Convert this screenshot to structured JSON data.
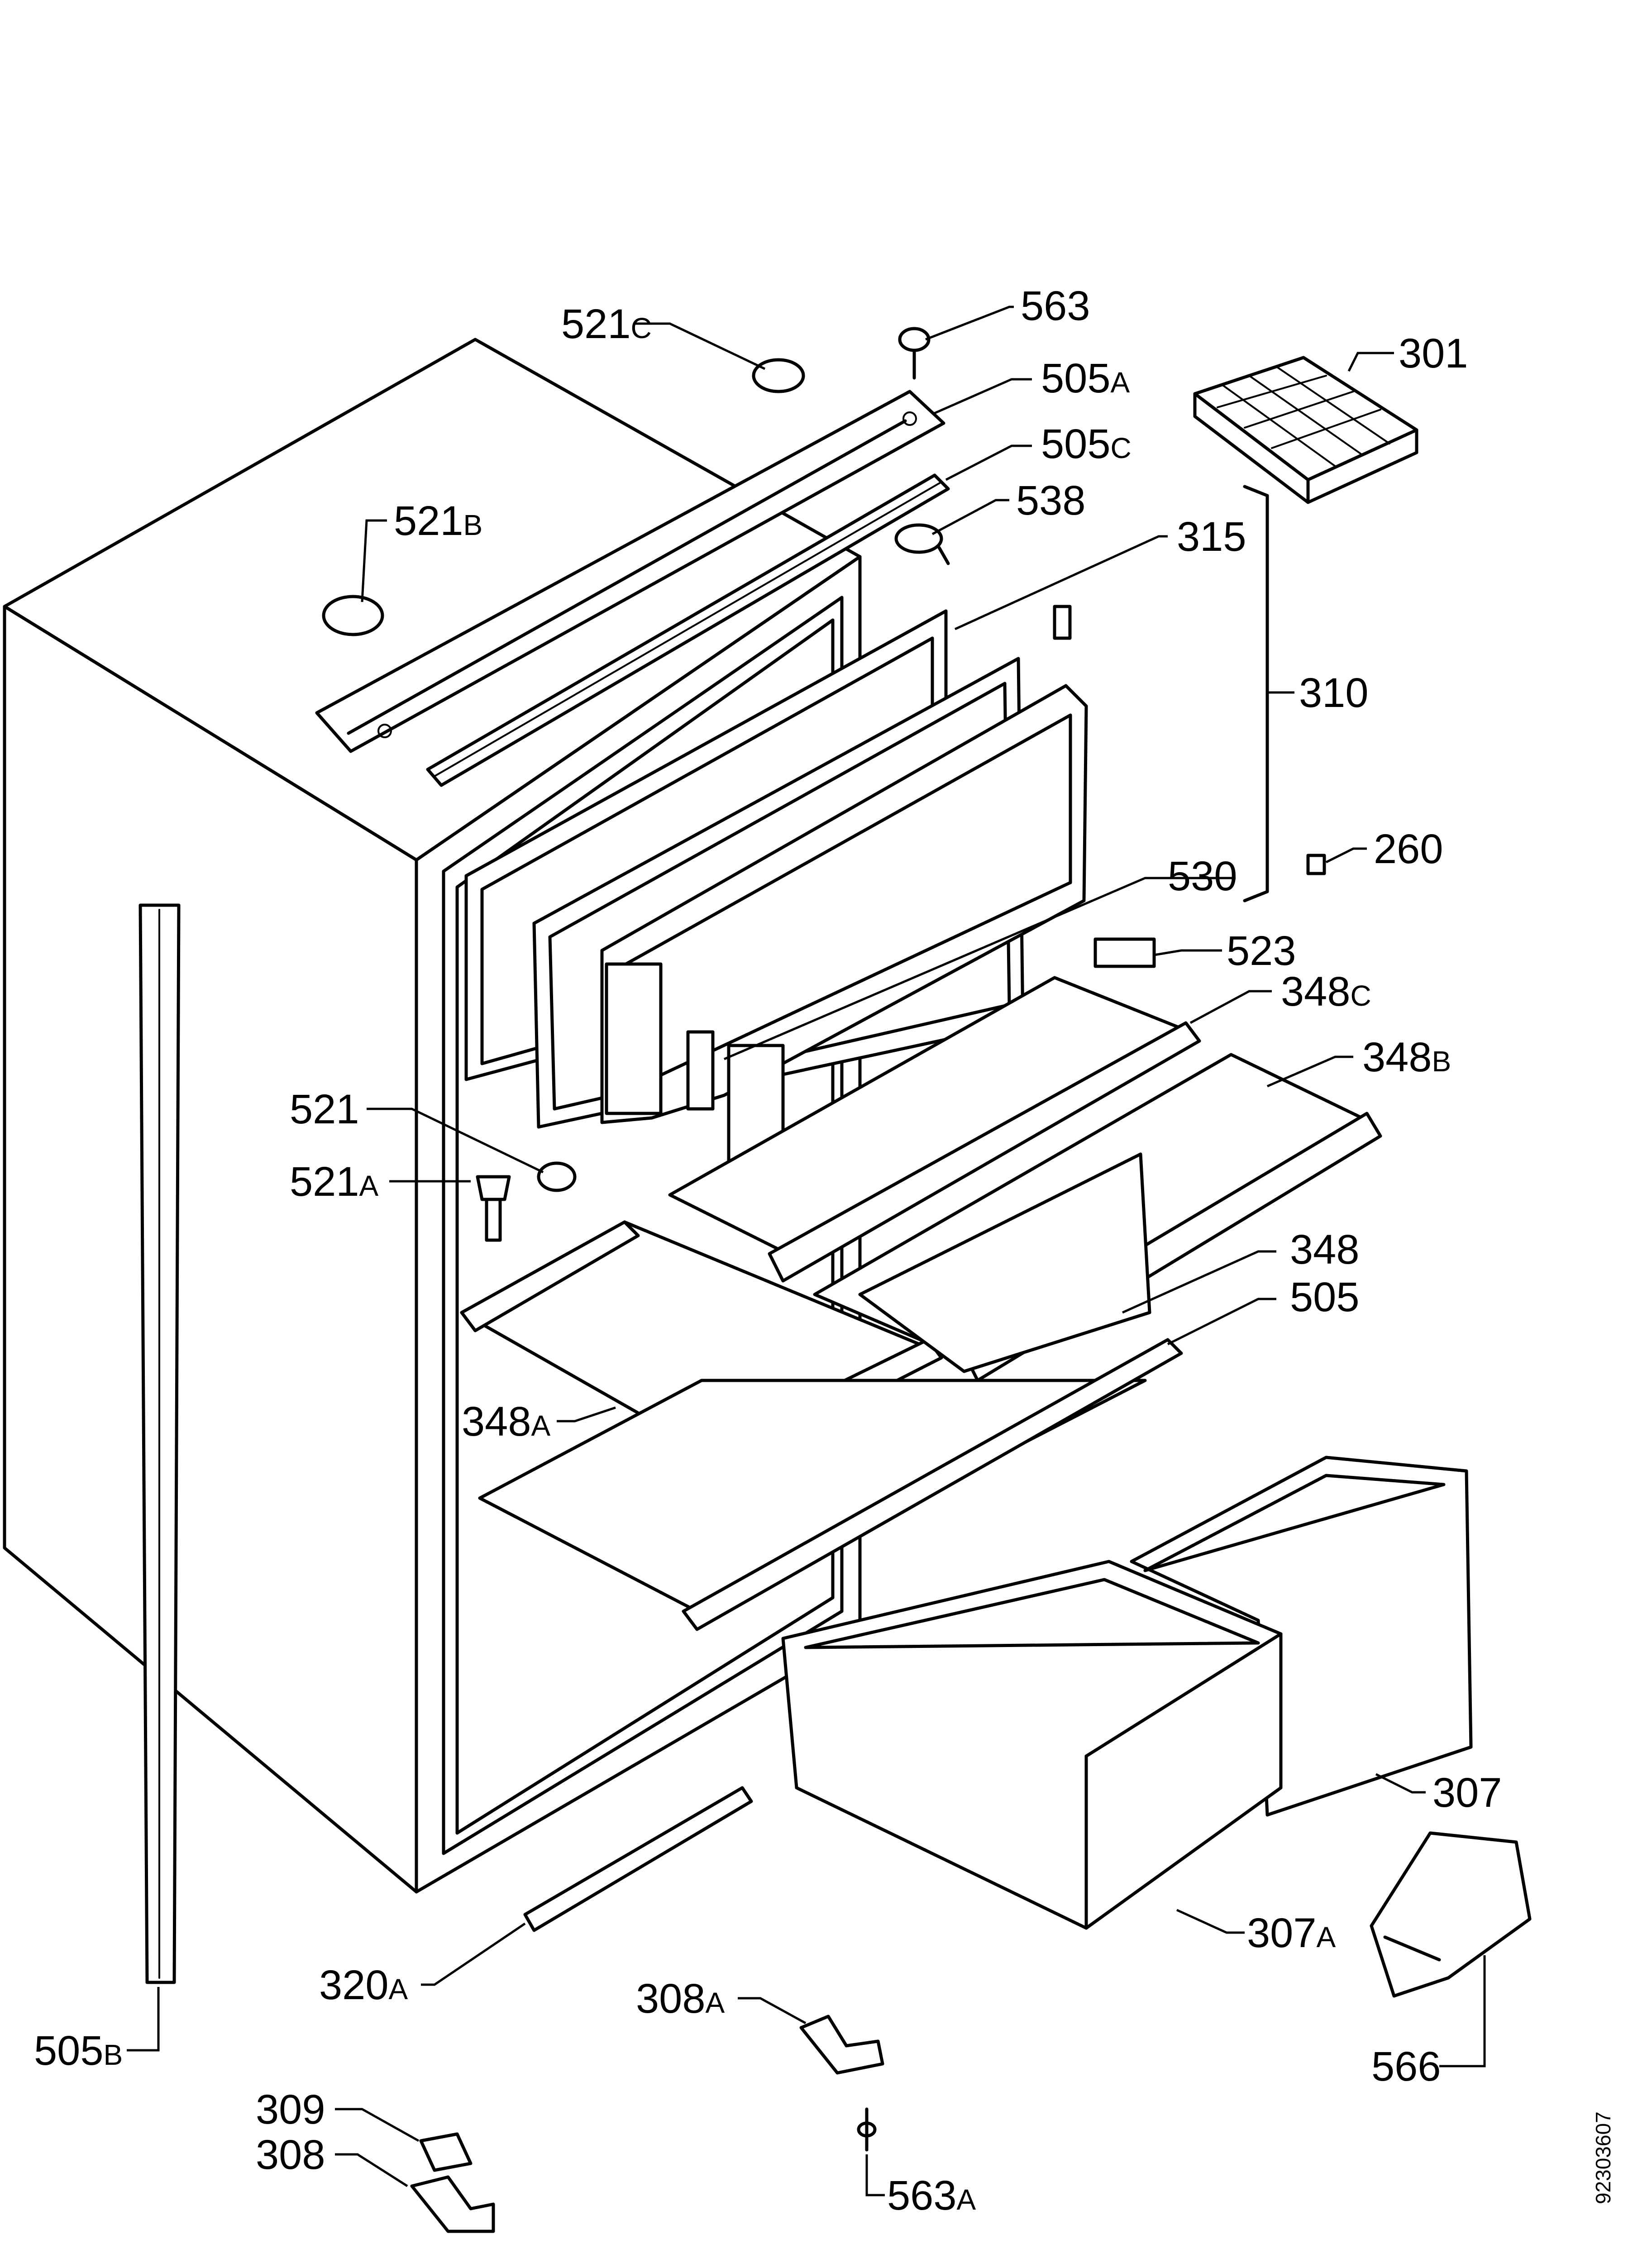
{
  "diagram": {
    "drawing_number": "92303607",
    "callouts": [
      {
        "id": "c-563",
        "num": "563",
        "suffix": ""
      },
      {
        "id": "c-521c",
        "num": "521",
        "suffix": "C"
      },
      {
        "id": "c-505a",
        "num": "505",
        "suffix": "A"
      },
      {
        "id": "c-301",
        "num": "301",
        "suffix": ""
      },
      {
        "id": "c-505c",
        "num": "505",
        "suffix": "C"
      },
      {
        "id": "c-521b",
        "num": "521",
        "suffix": "B"
      },
      {
        "id": "c-538",
        "num": "538",
        "suffix": ""
      },
      {
        "id": "c-315",
        "num": "315",
        "suffix": ""
      },
      {
        "id": "c-310",
        "num": "310",
        "suffix": ""
      },
      {
        "id": "c-260",
        "num": "260",
        "suffix": ""
      },
      {
        "id": "c-530",
        "num": "530",
        "suffix": ""
      },
      {
        "id": "c-523",
        "num": "523",
        "suffix": ""
      },
      {
        "id": "c-348c",
        "num": "348",
        "suffix": "C"
      },
      {
        "id": "c-348b",
        "num": "348",
        "suffix": "B"
      },
      {
        "id": "c-521",
        "num": "521",
        "suffix": ""
      },
      {
        "id": "c-521a",
        "num": "521",
        "suffix": "A"
      },
      {
        "id": "c-348",
        "num": "348",
        "suffix": ""
      },
      {
        "id": "c-505",
        "num": "505",
        "suffix": ""
      },
      {
        "id": "c-348a",
        "num": "348",
        "suffix": "A"
      },
      {
        "id": "c-307",
        "num": "307",
        "suffix": ""
      },
      {
        "id": "c-307a",
        "num": "307",
        "suffix": "A"
      },
      {
        "id": "c-320a",
        "num": "320",
        "suffix": "A"
      },
      {
        "id": "c-308a",
        "num": "308",
        "suffix": "A"
      },
      {
        "id": "c-566",
        "num": "566",
        "suffix": ""
      },
      {
        "id": "c-505b",
        "num": "505",
        "suffix": "B"
      },
      {
        "id": "c-309",
        "num": "309",
        "suffix": ""
      },
      {
        "id": "c-308",
        "num": "308",
        "suffix": ""
      },
      {
        "id": "c-563a",
        "num": "563",
        "suffix": "A"
      }
    ]
  }
}
